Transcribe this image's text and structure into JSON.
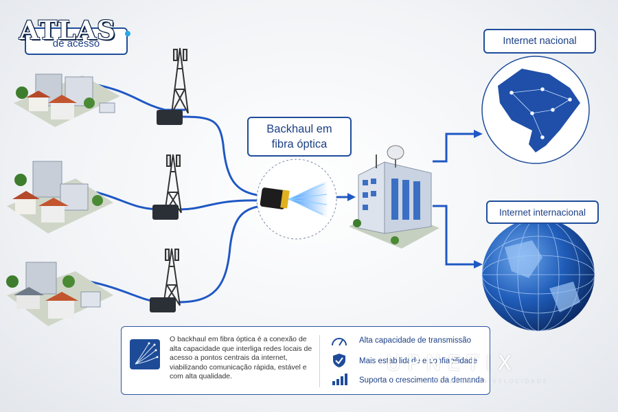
{
  "logo": {
    "text": "ATLAS"
  },
  "labels": {
    "access": "de acesso",
    "backhaul_l1": "Backhaul em",
    "backhaul_l2": "fibra óptica",
    "nacional": "Internet nacional",
    "internacional": "Internet internacional"
  },
  "info": {
    "description": "O backhaul em fibra óptica é a conexão de alta capacidade que interliga redes locais de acesso a pontos centrais da internet, viabilizando comunicação rápida, estável e com alta qualidade.",
    "features": [
      {
        "icon": "speedometer-icon",
        "text": "Alta capacidade de transmissão"
      },
      {
        "icon": "shield-check-icon",
        "text": "Mais estabilidade e confiabilidade"
      },
      {
        "icon": "growth-bars-icon",
        "text": "Suporta o crescimento da demanda"
      }
    ]
  },
  "watermark": {
    "brand": "UPNETIX",
    "tagline": "MUITO ALÉM DA VELOCIDADE"
  },
  "colors": {
    "accent": "#1e4c9a",
    "line": "#1f58c4",
    "fiber": "#2f8cff"
  }
}
